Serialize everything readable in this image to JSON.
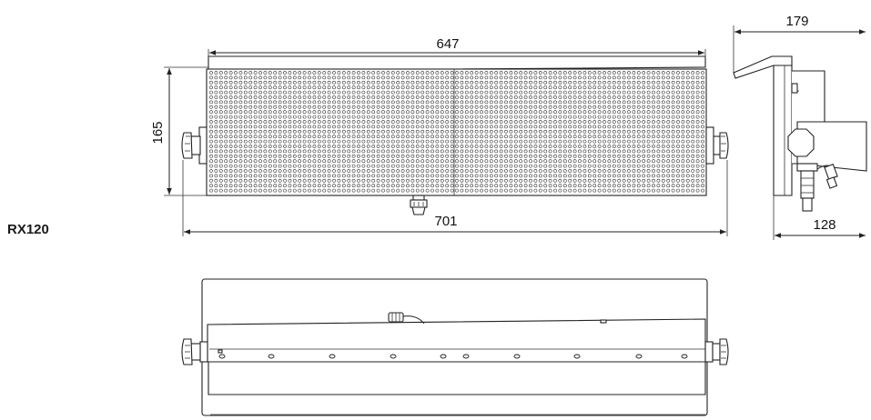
{
  "model": "RX120",
  "dimensions": {
    "front_width": "647",
    "front_height": "165",
    "overall_width": "701",
    "side_top_depth": "179",
    "side_bottom_depth": "128"
  },
  "colors": {
    "line": "#222222",
    "background": "#ffffff"
  }
}
